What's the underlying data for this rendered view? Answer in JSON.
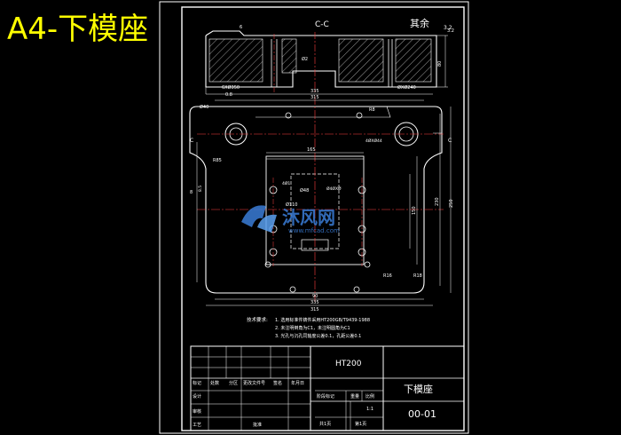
{
  "page_label": "A4-下模座",
  "section_label": "C-C",
  "surface_note": "其余",
  "roughness_other": "3.2",
  "views": {
    "section": {
      "dims": [
        "6XØ350",
        "0.8",
        "6",
        "Ø2",
        "ØXØ240",
        "80",
        "3.2"
      ]
    },
    "plan": {
      "dims": [
        "335",
        "315",
        "Ø40",
        "R85",
        "R8",
        "4ØXØ44",
        "165",
        "Ø48",
        "Ø4ØXØ",
        "Ø110",
        "150",
        "R16",
        "R18",
        "90",
        "335",
        "315",
        "250",
        "230",
        "8",
        "C",
        "C",
        "8.5",
        "4Ø1"
      ]
    }
  },
  "tech_notes": {
    "heading": "技术要求:",
    "lines": [
      "1. 选用标准件铸件采用HT200GB/T9439-1988",
      "2. 未注明倒角为C1，未注明圆角为C1",
      "3. 光孔与沉孔同轴度公差0.1，孔距公差0.1"
    ]
  },
  "title_block": {
    "material": "HT200",
    "part_name": "下模座",
    "drawing_no": "00-01",
    "row_labels": [
      "标记",
      "处数",
      "分区",
      "更改文件号",
      "签名",
      "年月日"
    ],
    "col_labels": [
      "设计",
      "审核",
      "工艺",
      "批准"
    ],
    "stage_labels": [
      "阶段标记",
      "重量",
      "比例"
    ],
    "scale": "1:1",
    "sheet_total": "共1页",
    "sheet_no": "第1页"
  },
  "watermark": {
    "brand": "沐风网",
    "url": "www.mfcad.com"
  },
  "colors": {
    "background": "#000000",
    "frame": "#ffffff",
    "label_yellow": "#ffff00",
    "hatch": "#ffffff",
    "centerline": "#ff4040",
    "watermark": "#3a7dd8"
  }
}
